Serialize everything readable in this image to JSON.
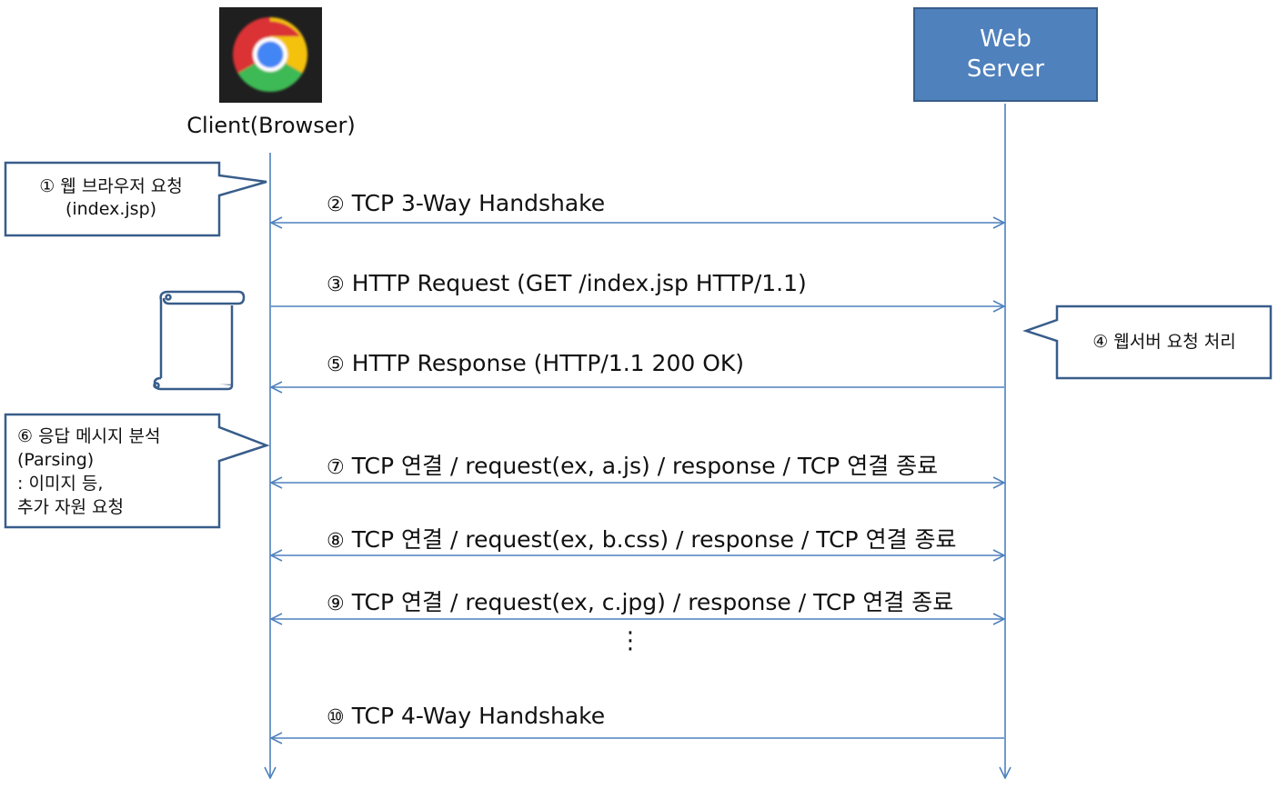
{
  "participants": {
    "client": {
      "label": "Client(Browser)",
      "icon": "chrome-icon"
    },
    "server": {
      "line1": "Web",
      "line2": "Server"
    }
  },
  "messages": [
    {
      "num": "②",
      "text": "TCP 3-Way Handshake",
      "direction": "both"
    },
    {
      "num": "③",
      "text": "HTTP Request (GET /index.jsp HTTP/1.1)",
      "direction": "to-server"
    },
    {
      "num": "⑤",
      "text": "HTTP Response (HTTP/1.1 200 OK)",
      "direction": "to-client"
    },
    {
      "num": "⑦",
      "text": "TCP 연결 / request(ex, a.js) / response / TCP 연결 종료",
      "direction": "both"
    },
    {
      "num": "⑧",
      "text": "TCP 연결 / request(ex, b.css) / response / TCP 연결 종료",
      "direction": "both"
    },
    {
      "num": "⑨",
      "text": "TCP 연결 / request(ex, c.jpg) / response / TCP 연결 종료",
      "direction": "both"
    },
    {
      "num": "⑩",
      "text": "TCP 4-Way Handshake",
      "direction": "to-client"
    }
  ],
  "ellipsis": "⋮",
  "callouts": {
    "step1": {
      "line1": "① 웹 브라우저 요청",
      "line2": "(index.jsp)"
    },
    "step4": {
      "line1": "④ 웹서버 요청 처리"
    },
    "step6": {
      "line1": "⑥ 응답 메시지 분석",
      "line2": "(Parsing)",
      "line3": ": 이미지 등,",
      "line4": "추가 자원 요청"
    }
  },
  "colors": {
    "line": "#4f81bd",
    "server_fill": "#4f81bd",
    "callout_border": "#385d8a",
    "icon_bg": "#1f1f1f"
  }
}
